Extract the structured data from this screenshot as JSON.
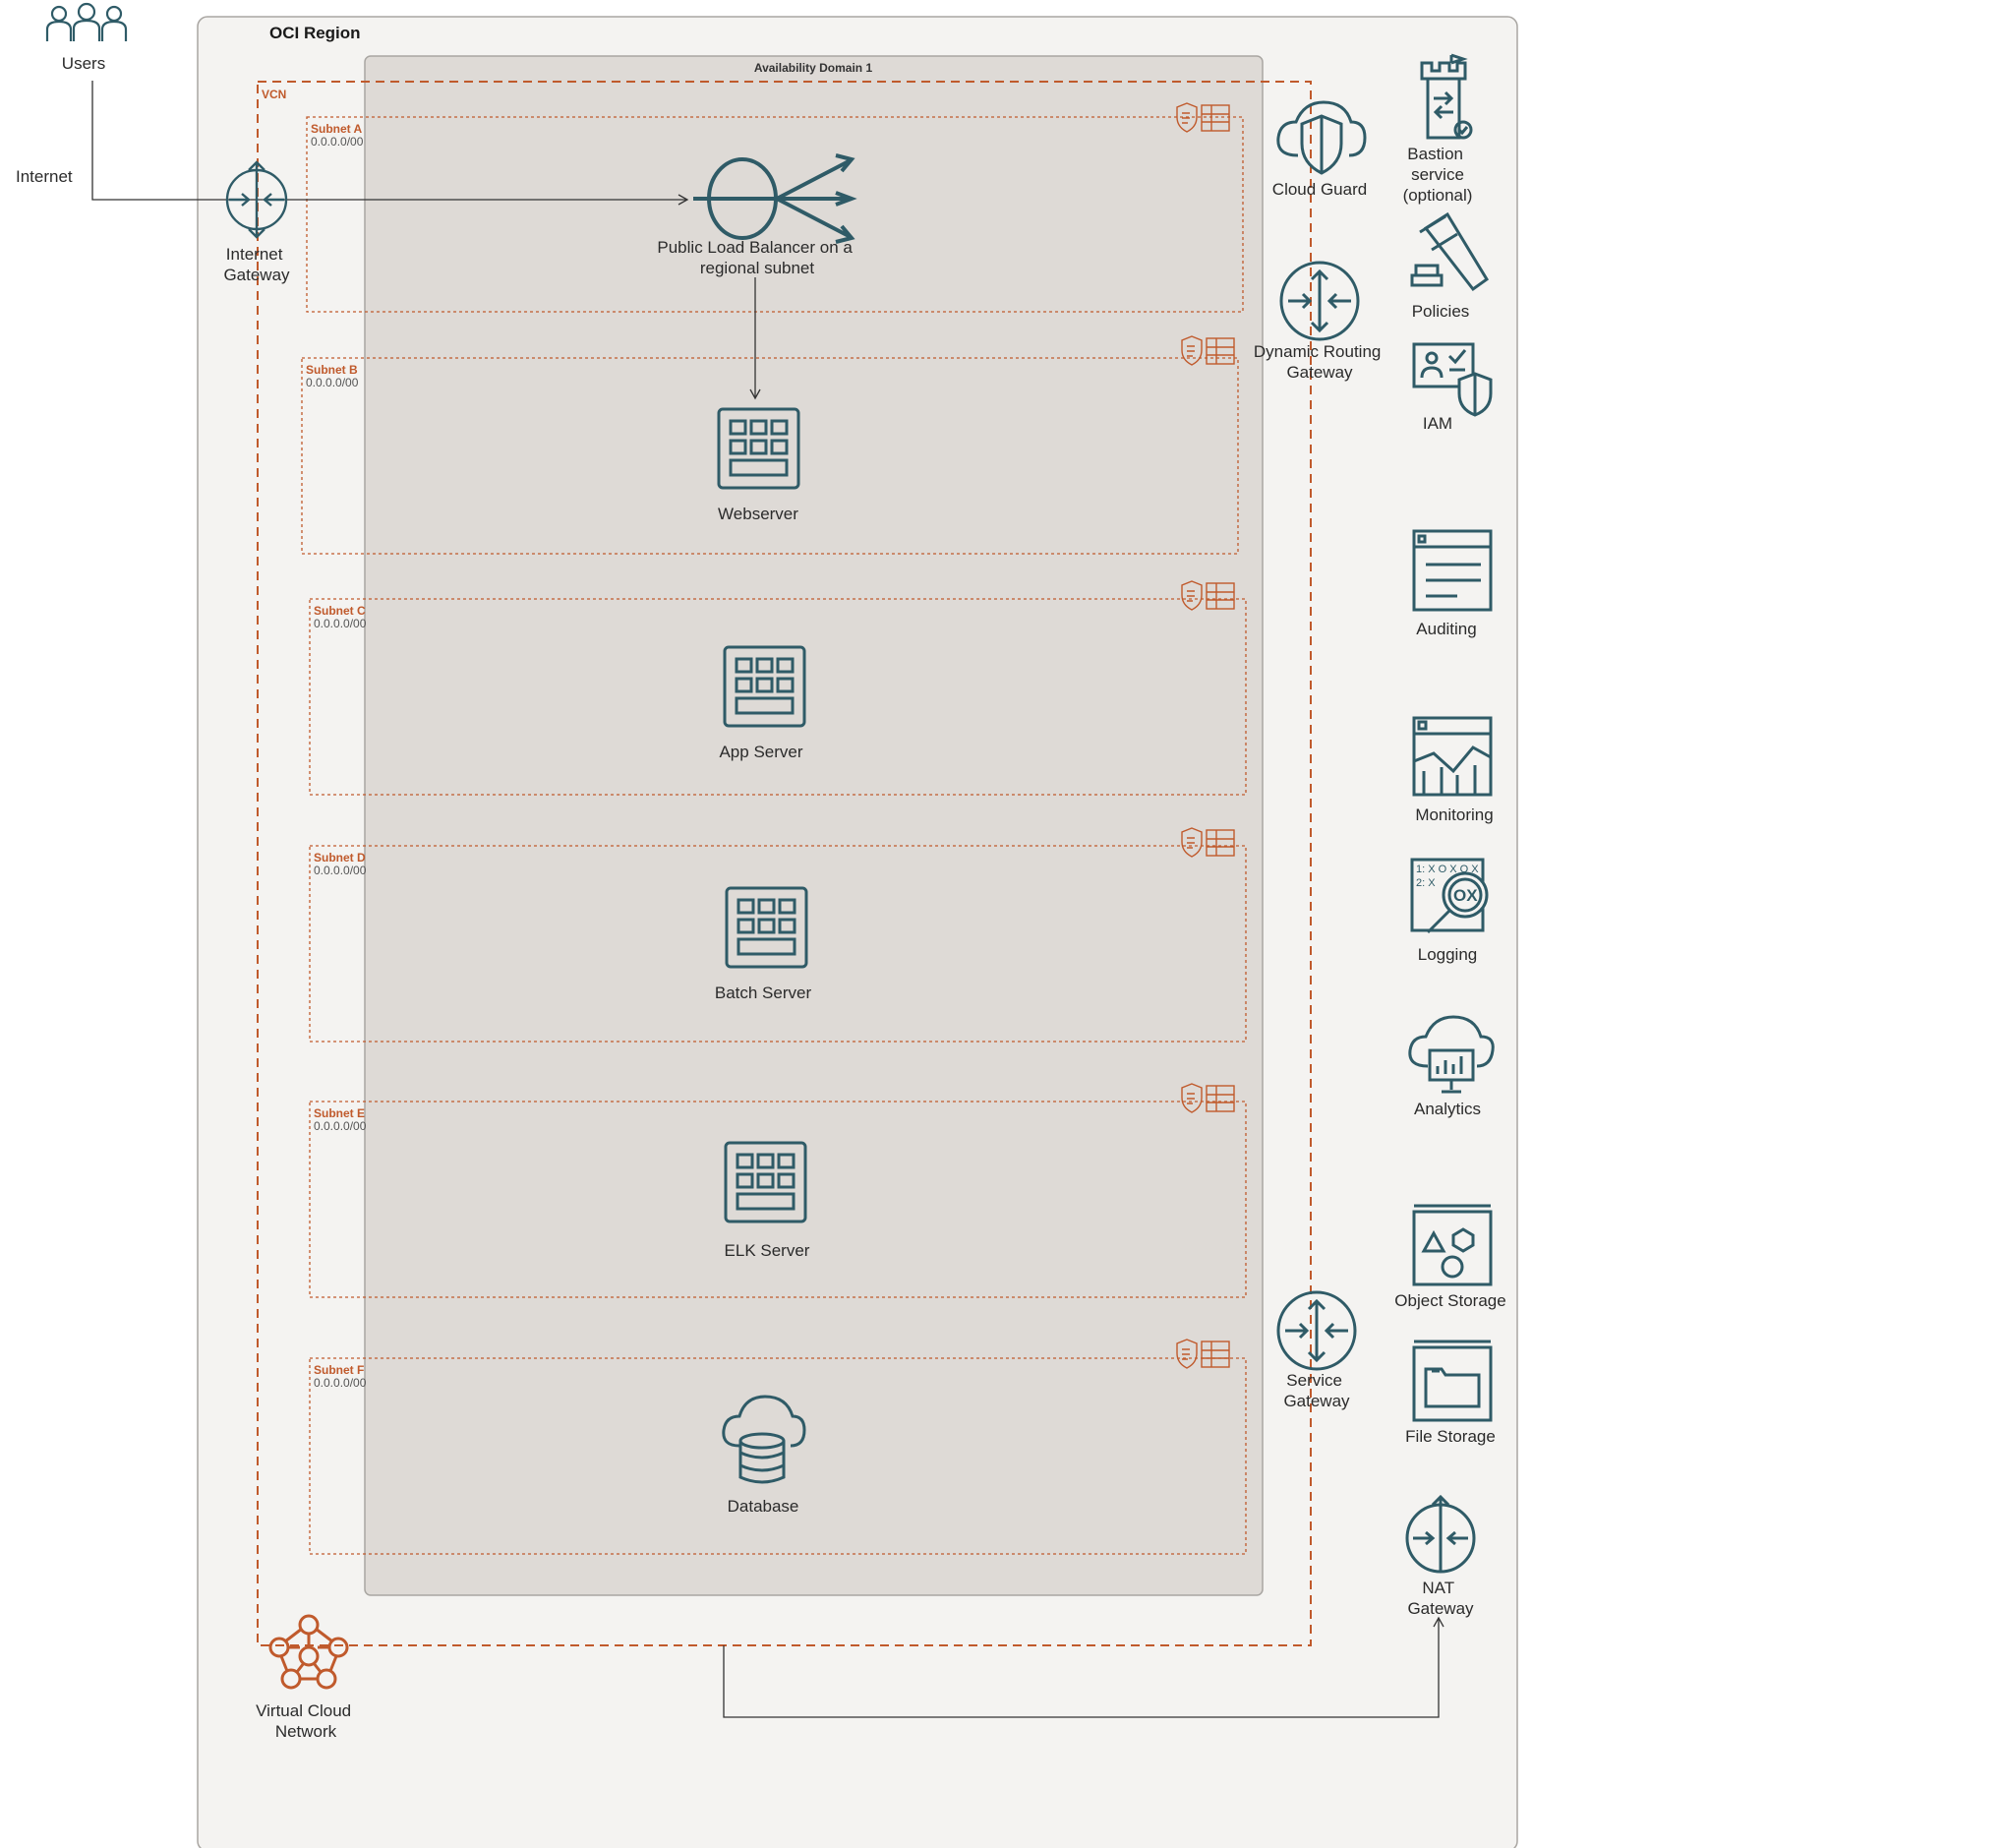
{
  "region": {
    "title": "OCI Region"
  },
  "availability_domain": {
    "title": "Availability Domain 1"
  },
  "vcn": {
    "title": "VCN",
    "vcn_icon_label": "Virtual Cloud Network"
  },
  "users": {
    "label": "Users"
  },
  "internet": {
    "label": "Internet"
  },
  "internet_gateway": {
    "label": "Internet Gateway"
  },
  "subnets": [
    {
      "name": "Subnet A",
      "cidr": "0.0.0.0/00",
      "resource": "Public Load Balancer on a regional subnet"
    },
    {
      "name": "Subnet B",
      "cidr": "0.0.0.0/00",
      "resource": "Webserver"
    },
    {
      "name": "Subnet C",
      "cidr": "0.0.0.0/00",
      "resource": "App Server"
    },
    {
      "name": "Subnet D",
      "cidr": "0.0.0.0/00",
      "resource": "Batch Server"
    },
    {
      "name": "Subnet E",
      "cidr": "0.0.0.0/00",
      "resource": "ELK Server"
    },
    {
      "name": "Subnet F",
      "cidr": "0.0.0.0/00",
      "resource": "Database"
    }
  ],
  "gateways": {
    "cloud_guard": "Cloud Guard",
    "drg": "Dynamic Routing Gateway",
    "service_gateway": "Service Gateway",
    "nat_gateway": "NAT Gateway"
  },
  "services": {
    "bastion": "Bastion service (optional)",
    "policies": "Policies",
    "iam": "IAM",
    "auditing": "Auditing",
    "monitoring": "Monitoring",
    "logging": "Logging",
    "analytics": "Analytics",
    "object_storage": "Object Storage",
    "file_storage": "File Storage"
  },
  "colors": {
    "icon": "#2f5b67",
    "accent": "#c05a2c",
    "region_fill": "#f4f3f1",
    "ad_fill": "#dedad6",
    "border": "#9e9b97"
  }
}
